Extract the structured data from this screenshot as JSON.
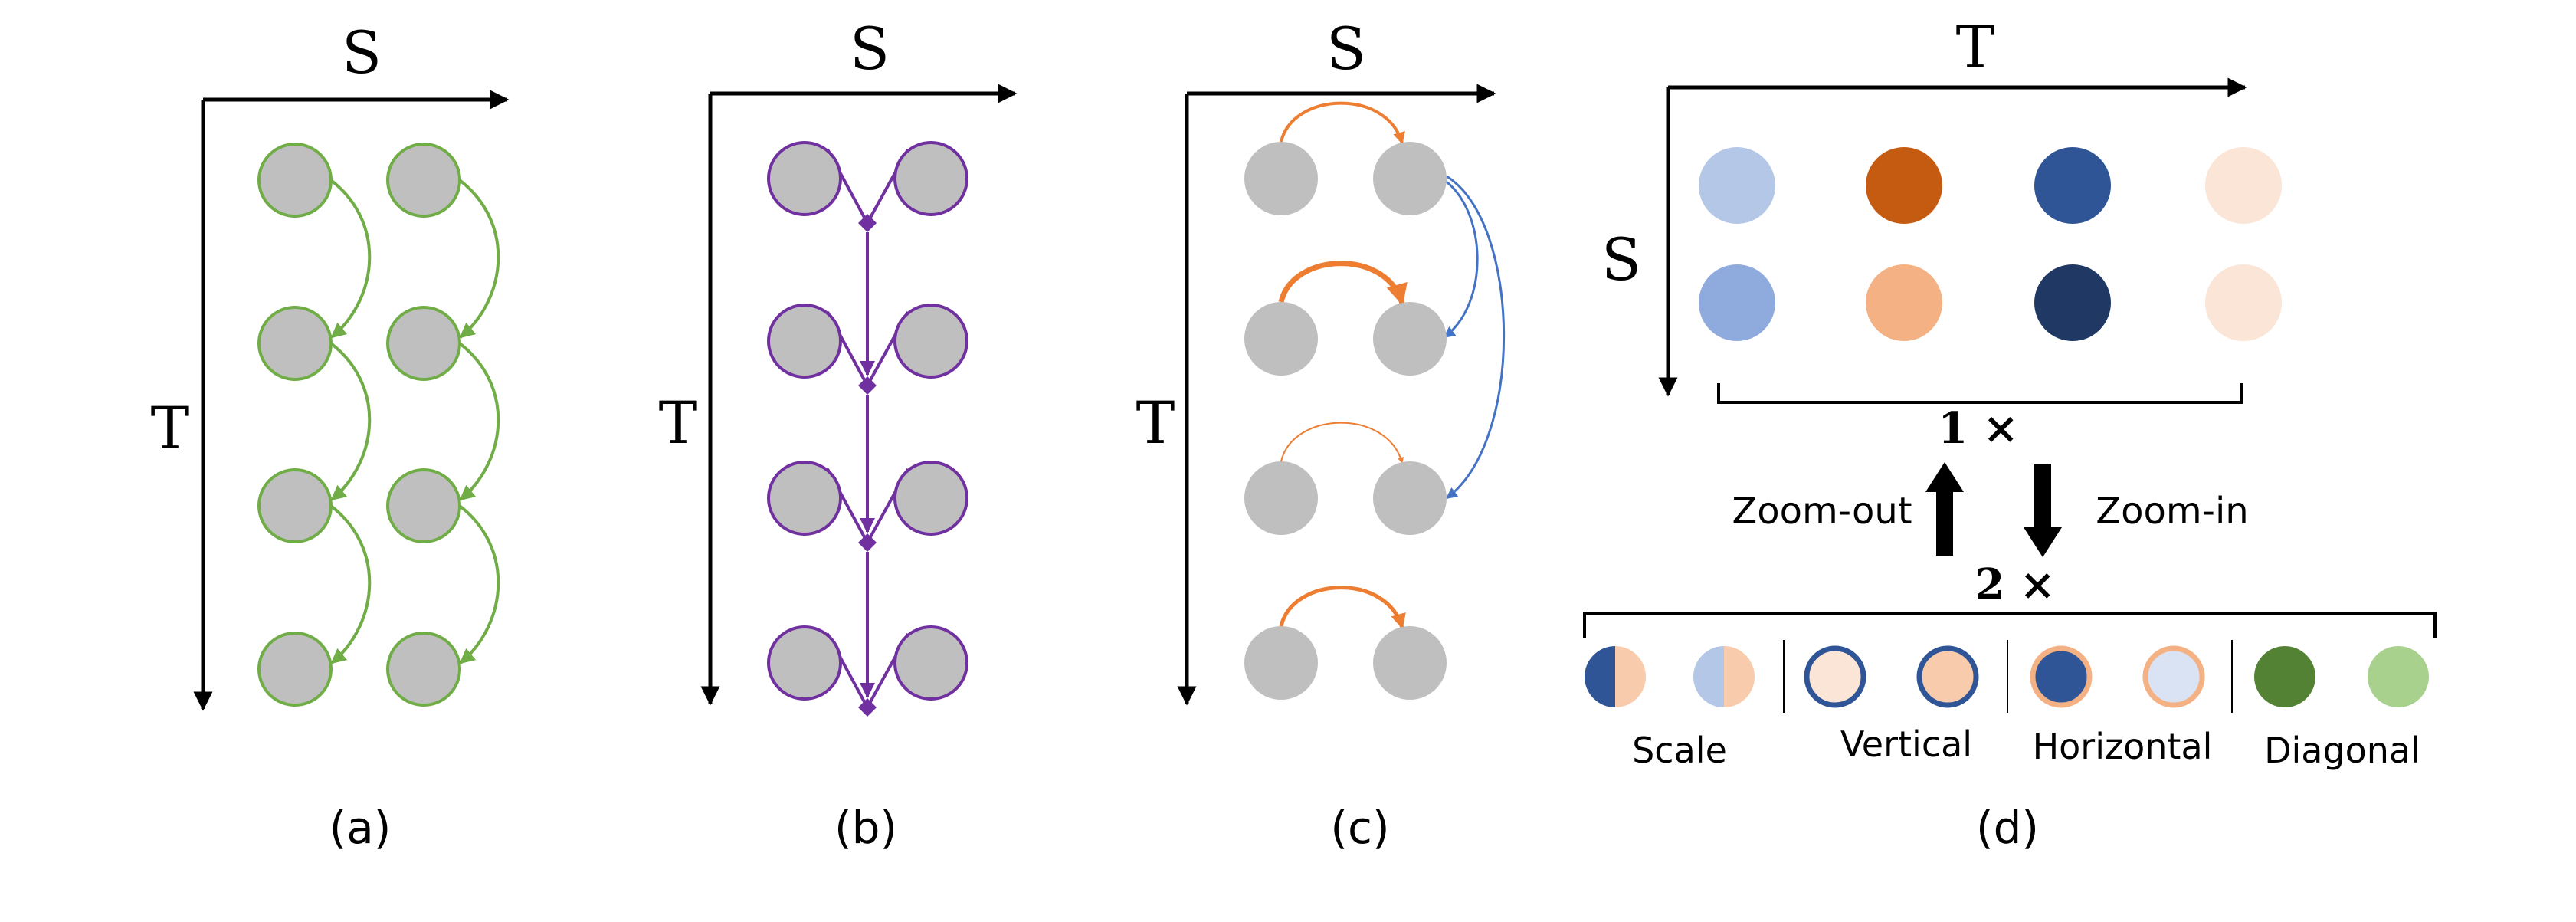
{
  "panels": {
    "a": {
      "caption": "(a)",
      "x_axis_label": "S",
      "y_axis_label": "T",
      "colors": {
        "node_fill": "#bfbfbf",
        "node_stroke": "#70ad47",
        "edge": "#70ad47"
      }
    },
    "b": {
      "caption": "(b)",
      "x_axis_label": "S",
      "y_axis_label": "T",
      "colors": {
        "node_fill": "#bfbfbf",
        "node_stroke": "#7030a0",
        "edge": "#7030a0"
      }
    },
    "c": {
      "caption": "(c)",
      "x_axis_label": "S",
      "y_axis_label": "T",
      "colors": {
        "node_fill": "#bfbfbf",
        "edge_orange": "#ed7d31",
        "edge_blue": "#4472c4"
      }
    },
    "d": {
      "caption": "(d)",
      "x_axis_label": "T",
      "y_axis_label": "S",
      "scale_1x": "1 ×",
      "scale_2x": "2 ×",
      "zoom_out_label": "Zoom-out",
      "zoom_in_label": "Zoom-in",
      "group_labels": [
        "Scale",
        "Vertical",
        "Horizontal",
        "Diagonal"
      ],
      "grid_colors": [
        [
          "#b4c7e7",
          "#c55a11",
          "#2f5597",
          "#fbe5d6"
        ],
        [
          "#8faadc",
          "#f4b183",
          "#203864",
          "#fbe5d6"
        ]
      ],
      "legend_colors": {
        "dark_blue": "#2f5597",
        "light_blue": "#b4c7e7",
        "peach": "#f8cbad",
        "pale_peach": "#fbe5d6",
        "pale_blue": "#dae3f3",
        "orange_ring": "#f4b183",
        "dark_green": "#548235",
        "light_green": "#a9d18e"
      }
    }
  }
}
